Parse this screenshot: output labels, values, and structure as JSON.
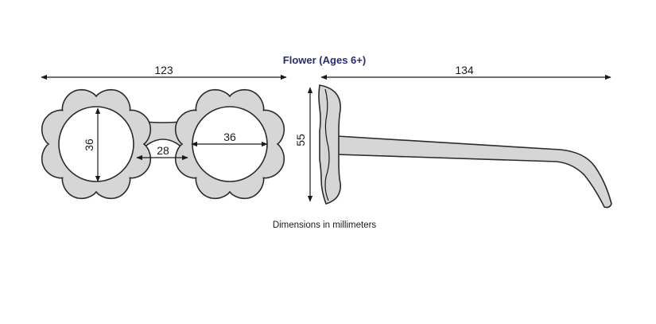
{
  "title": "Flower (Ages 6+)",
  "caption": "Dimensions in millimeters",
  "dimensions": {
    "total_width": "123",
    "temple_length": "134",
    "lens_height": "36",
    "lens_width": "36",
    "bridge_width": "28",
    "frame_height": "55"
  },
  "colors": {
    "title": "#2a2a78",
    "frame_fill": "#d6d6d6",
    "outline": "#2b2b2b"
  }
}
